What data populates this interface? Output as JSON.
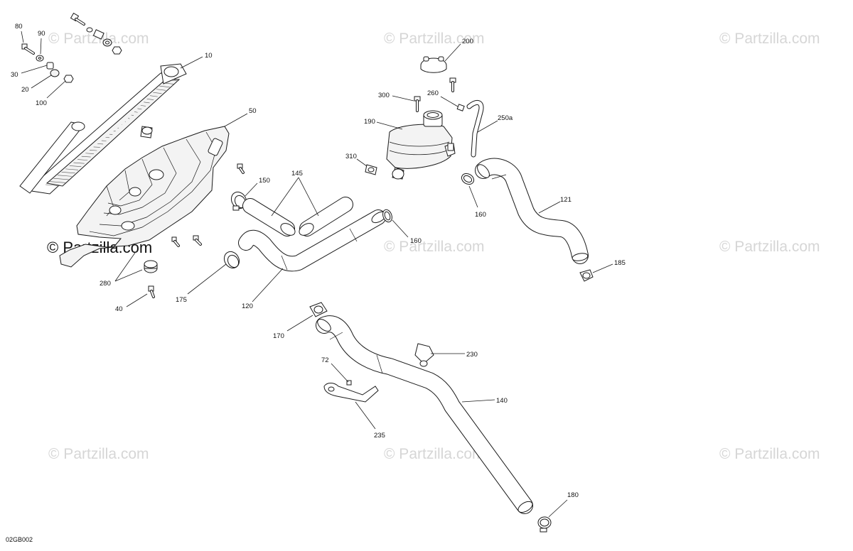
{
  "watermark": {
    "text": "© Partzilla.com",
    "dark_text": "© Partzilla.com"
  },
  "diagram_code": "02GB002",
  "callouts": {
    "c10": "10",
    "c20": "20",
    "c30": "30",
    "c40": "40",
    "c50": "50",
    "c72": "72",
    "c80": "80",
    "c90": "90",
    "c100": "100",
    "c120": "120",
    "c121": "121",
    "c140": "140",
    "c145": "145",
    "c150": "150",
    "c160a": "160",
    "c160b": "160",
    "c170": "170",
    "c175": "175",
    "c180": "180",
    "c185": "185",
    "c190": "190",
    "c200": "200",
    "c230": "230",
    "c235": "235",
    "c250a": "250a",
    "c260": "260",
    "c280": "280",
    "c300": "300",
    "c310": "310"
  },
  "colors": {
    "line": "#1a1a1a",
    "watermark": "#d6d6d6",
    "background": "#ffffff"
  }
}
